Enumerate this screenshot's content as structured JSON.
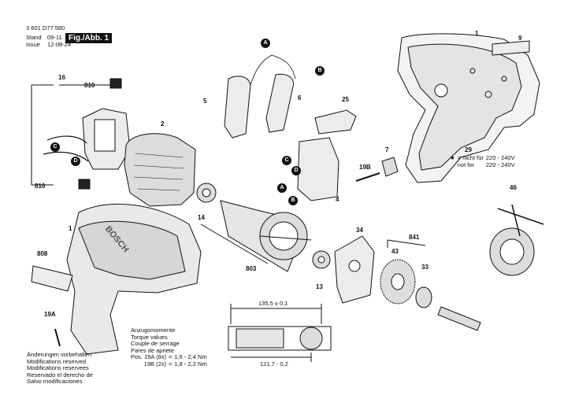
{
  "header": {
    "doc_number": "3 601 D77 580",
    "stand_label": "Stand",
    "issue_label": "Issue",
    "stand_value": "09-11",
    "issue_value": "12-08-24",
    "figure_label": "Fig./Abb. 1"
  },
  "part_numbers": [
    "1",
    "9",
    "16",
    "810",
    "2",
    "5",
    "6",
    "25",
    "29",
    "19B",
    "7",
    "4",
    "14",
    "46",
    "34",
    "841",
    "803",
    "43",
    "33",
    "13",
    "808",
    "1",
    "19A",
    "810"
  ],
  "callouts": [
    "A",
    "B",
    "C",
    "D",
    "C",
    "D",
    "A",
    "B"
  ],
  "brand": "BOSCH",
  "torque": {
    "lines": [
      "Anzugsmomente",
      "Torque values",
      "Couple de serrage",
      "Pares de apriete"
    ],
    "rows": [
      {
        "pos": "Pos. 19A (8x)",
        "eq": "=",
        "val": "1,6  -  2,4 Nm"
      },
      {
        "pos": "19B (2x)",
        "eq": "=",
        "val": "1,8  -  2,2 Nm"
      }
    ]
  },
  "notes": [
    "Änderungen vorbehalten",
    "Modifications reserved",
    "Modifications reservees",
    "Reservado el derecho de",
    "Salvo modificaciones"
  ],
  "legend": {
    "star": "★",
    "rows": [
      {
        "label": "= nicht für",
        "val": "220 - 240V"
      },
      {
        "label": "not for",
        "val": "220 - 240V"
      }
    ]
  },
  "dimensions": {
    "top": "135,5 ± 0,1",
    "bottom": "121,7 - 0,2"
  }
}
